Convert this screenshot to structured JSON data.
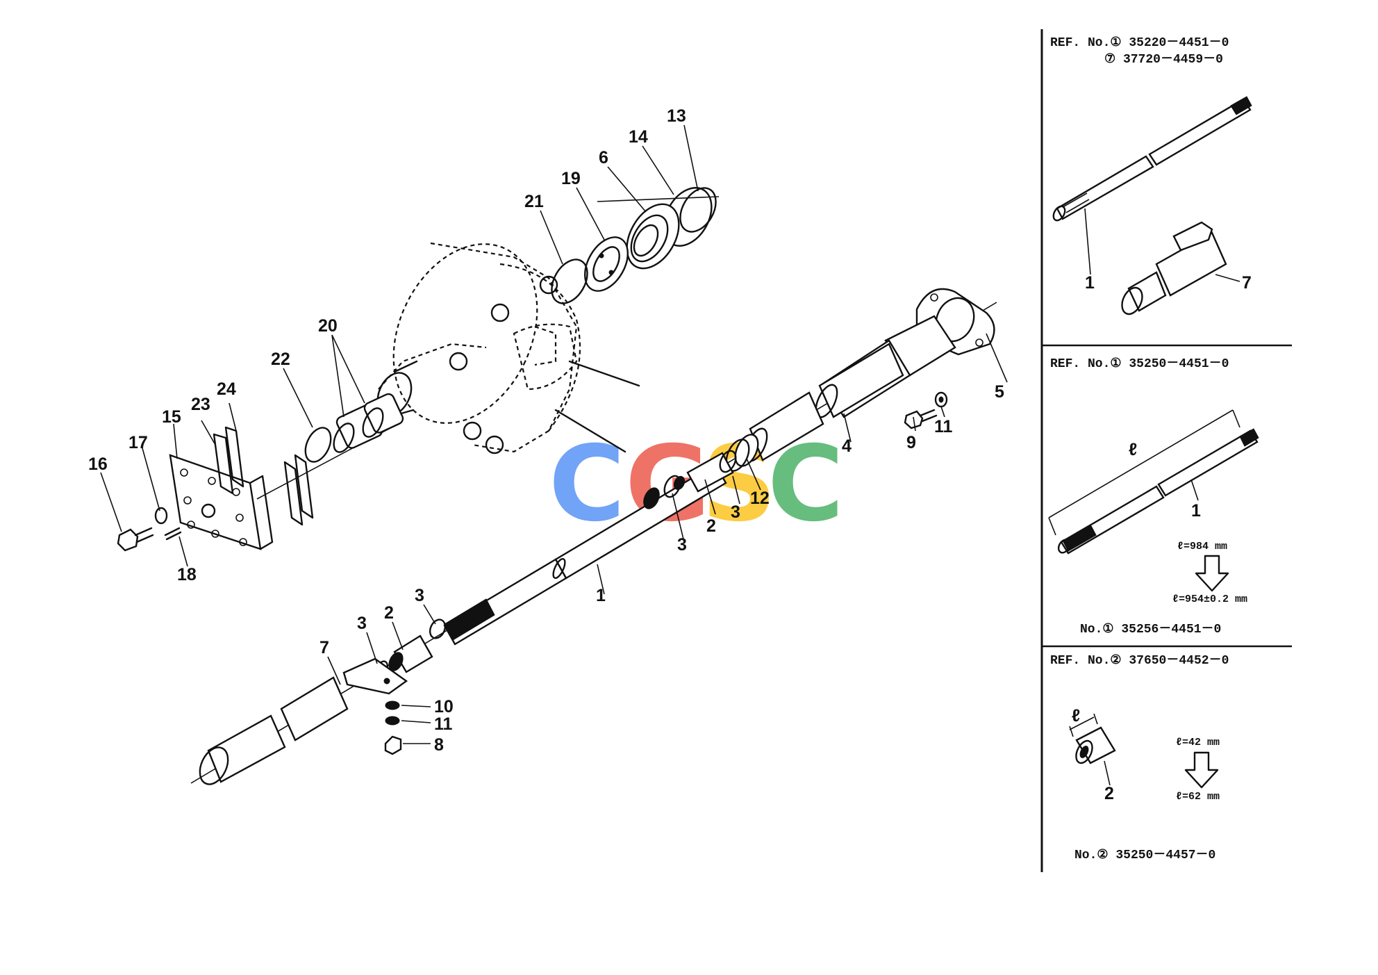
{
  "callouts": {
    "c1a": "1",
    "c2a": "2",
    "c2b": "2",
    "c3a": "3",
    "c3b": "3",
    "c3c": "3",
    "c3d": "3",
    "c4": "4",
    "c5": "5",
    "c6": "6",
    "c7": "7",
    "c8": "8",
    "c9": "9",
    "c10": "10",
    "c11a": "11",
    "c11b": "11",
    "c12": "12",
    "c13": "13",
    "c14": "14",
    "c15": "15",
    "c16": "16",
    "c17": "17",
    "c18": "18",
    "c19": "19",
    "c20": "20",
    "c21": "21",
    "c22": "22",
    "c23": "23",
    "c24": "24"
  },
  "ref_panels": [
    {
      "ref_line1": "REF. No.① 35220－4451－0",
      "ref_line2": "⑦ 37720－4459－0",
      "callout_shaft": "1",
      "callout_tube": "7"
    },
    {
      "ref_line1": "REF. No.① 35250－4451－0",
      "dim_symbol": "ℓ",
      "callout_shaft": "1",
      "length_old": "ℓ=984 mm",
      "length_new": "ℓ=954±0.2 mm",
      "new_no": "No.① 35256－4451－0"
    },
    {
      "ref_line1": "REF. No.② 37650－4452－0",
      "dim_symbol": "ℓ",
      "callout_collar": "2",
      "length_old": "ℓ=42 mm",
      "length_new": "ℓ=62 mm",
      "new_no": "No.② 35250－4457－0"
    }
  ],
  "watermark": {
    "letters": [
      "C",
      "G",
      "S",
      "C"
    ],
    "colors": [
      "#4285f4",
      "#ea4335",
      "#fbbc05",
      "#34a853"
    ]
  }
}
